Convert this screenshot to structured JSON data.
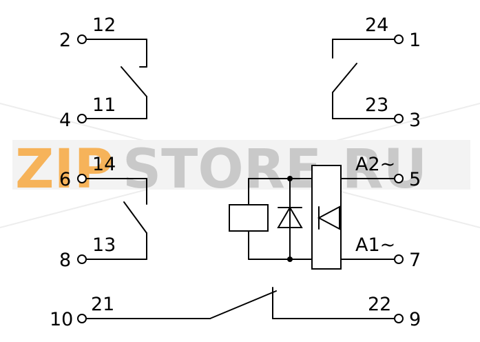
{
  "watermark": {
    "text_orange": "ZIP",
    "text_grey": "STORE.RU",
    "color_orange": "#f6b35a",
    "color_grey": "#c9c9c9"
  },
  "labels": {
    "n12": "12",
    "n2": "2",
    "n11": "11",
    "n4": "4",
    "n24": "24",
    "n1": "1",
    "n23": "23",
    "n3": "3",
    "n14": "14",
    "n6": "6",
    "n13": "13",
    "n8": "8",
    "a2": "A2~",
    "n5": "5",
    "a1": "A1~",
    "n7": "7",
    "n21": "21",
    "n10": "10",
    "n22": "22",
    "n9": "9"
  },
  "colors": {
    "line": "#000000",
    "background": "#ffffff"
  }
}
